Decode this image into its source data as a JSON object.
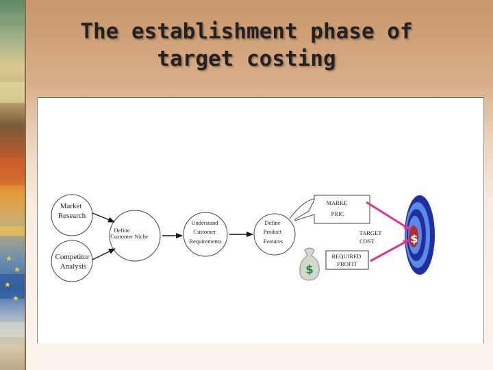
{
  "slide": {
    "title": "The establishment phase of\ntarget costing"
  },
  "diagram": {
    "nodes": {
      "market_research": [
        "Market",
        "Research"
      ],
      "competitor_analysis": [
        "Competitor",
        "Analysis"
      ],
      "define_customer_niche": [
        "Define",
        "Customer Niche"
      ],
      "understand_customer_requirements": [
        "Understand",
        "Customer",
        "Requirements"
      ],
      "define_product_features": [
        "Define",
        "Product",
        "Features"
      ],
      "market_price": [
        "MARKE",
        "PRIC"
      ],
      "required_profit": [
        "REQUIRED",
        "PROFIT"
      ],
      "target_cost": [
        "TARGET",
        "COST"
      ]
    },
    "symbols": {
      "money_bag": "$",
      "target_center": "$"
    },
    "colors": {
      "target_outer": "#1f2fa0",
      "target_ring_light": "#5a8ae6",
      "target_center": "#b03030",
      "target_arrows": "#e0338f",
      "money_bag": "#cfd6c9",
      "dollar_green": "#1f8a3a"
    }
  }
}
